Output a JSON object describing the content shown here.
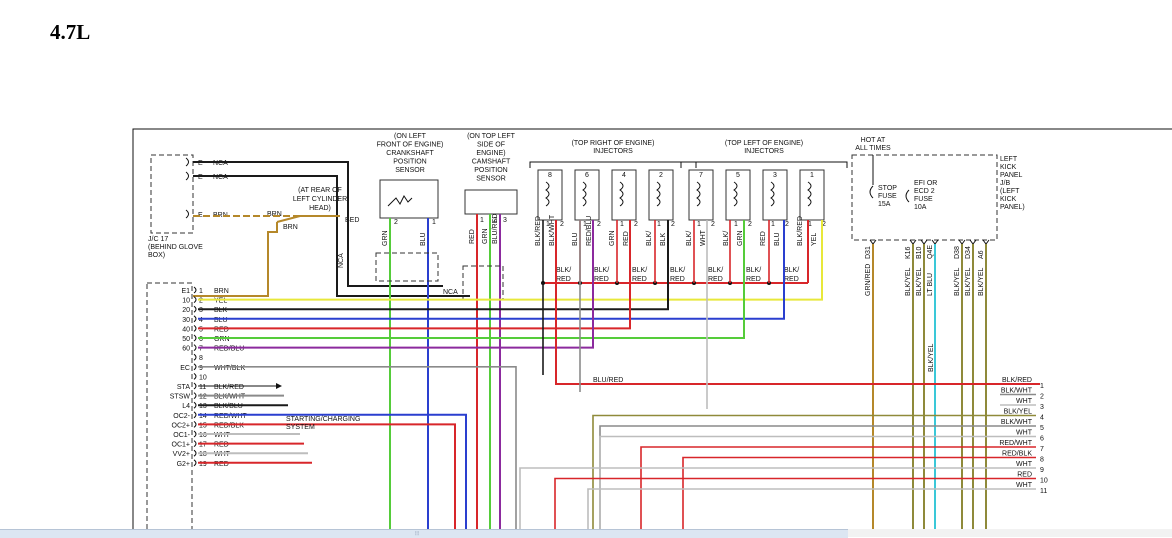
{
  "heading": "4.7L",
  "colors": {
    "BLK": "#1a1a1a",
    "BRN": "#b5882a",
    "YEL": "#e8e83a",
    "BLU": "#2a3fcf",
    "RED": "#d8262a",
    "GRN": "#55cc3a",
    "VIO": "#8c2a9e",
    "WHT": "#bdbdbd",
    "OLV": "#8f8a3a",
    "CYN": "#3ac8d8",
    "GRY": "#8a8a8a"
  },
  "jc17": {
    "pins": [
      "E",
      "E",
      "E"
    ],
    "wires": [
      "NCA",
      "NCA",
      "BRN"
    ],
    "caption": [
      "J/C 17",
      "(BEHIND GLOVE",
      "BOX)"
    ]
  },
  "ground_note": {
    "lines": [
      "(AT REAR OF",
      "LEFT CYLINDER",
      "HEAD)"
    ],
    "wire_a": "BRN",
    "wire_b": "BRN",
    "end_label": "BED"
  },
  "crank_sensor": {
    "title": [
      "(ON LEFT",
      "FRONT OF ENGINE)",
      "CRANKSHAFT",
      "POSITION",
      "SENSOR"
    ],
    "pins": [
      "2",
      "1"
    ],
    "wires": [
      "GRN",
      "BLU"
    ],
    "nca": "NCA"
  },
  "cam_sensor": {
    "title": [
      "(ON TOP LEFT",
      "SIDE OF",
      "ENGINE)",
      "CAMSHAFT",
      "POSITION",
      "SENSOR"
    ],
    "pins": [
      "1",
      "2",
      "3"
    ],
    "wires": [
      "RED",
      "GRN",
      "BLU/RED"
    ],
    "nca": "NCA"
  },
  "right_injectors": {
    "title": [
      "(TOP RIGHT OF ENGINE)",
      "INJECTORS"
    ],
    "numbers": [
      "8",
      "6",
      "4",
      "2"
    ],
    "wires": [
      "BLK/RED",
      "BLK/WHT",
      "BLU",
      "RED/BLU",
      "GRN",
      "RED",
      "BLK/",
      "BLK"
    ],
    "pins": [
      "1",
      "2",
      "1",
      "2",
      "1",
      "2",
      "1",
      "2"
    ]
  },
  "left_injectors": {
    "title": [
      "(TOP LEFT OF ENGINE)",
      "INJECTORS"
    ],
    "numbers": [
      "7",
      "5",
      "3",
      "1"
    ],
    "wires": [
      "BLK/",
      "WHT",
      "BLK/",
      "GRN",
      "RED",
      "BLU",
      "BLK/RED",
      "YEL"
    ],
    "pins": [
      "1",
      "2",
      "1",
      "2",
      "1",
      "2",
      "1",
      "2"
    ]
  },
  "splice_labels": [
    "BLK/",
    "RED",
    "BLK/",
    "RED",
    "BLK/",
    "RED",
    "BLK/",
    "RED",
    "BLK/",
    "RED",
    "BLK/",
    "RED",
    "BLK/",
    "RED"
  ],
  "hot_label": [
    "HOT AT",
    "ALL TIMES"
  ],
  "stop_fuse": [
    "STOP",
    "FUSE",
    "15A"
  ],
  "efi_fuse": [
    "EFI OR",
    "ECD 2",
    "FUSE",
    "10A"
  ],
  "kick_panel": [
    "LEFT",
    "KICK",
    "PANEL",
    "J/B",
    "(LEFT",
    "KICK",
    "PANEL)"
  ],
  "jb_wires": [
    "GRN/RED",
    "BLK/YEL",
    "BLK/YEL",
    "LT BLU",
    "BLK/YEL",
    "BLK/YEL",
    "BLK/YEL"
  ],
  "jb_pins": [
    "D31",
    "K16",
    "B10",
    "Q4E",
    "D38",
    "D34",
    "A6"
  ],
  "mid_wire": "BLK/YEL",
  "ecm_pins": [
    {
      "term": "E1",
      "pin": "1",
      "wire": "BRN"
    },
    {
      "term": "10",
      "pin": "2",
      "wire": "YEL"
    },
    {
      "term": "20",
      "pin": "3",
      "wire": "BLK"
    },
    {
      "term": "30",
      "pin": "4",
      "wire": "BLU"
    },
    {
      "term": "40",
      "pin": "5",
      "wire": "RED"
    },
    {
      "term": "50",
      "pin": "6",
      "wire": "GRN"
    },
    {
      "term": "60",
      "pin": "7",
      "wire": "RED/BLU"
    },
    {
      "term": "",
      "pin": "8",
      "wire": ""
    },
    {
      "term": "EC",
      "pin": "9",
      "wire": "WHT/BLK"
    },
    {
      "term": "",
      "pin": "10",
      "wire": ""
    },
    {
      "term": "STA",
      "pin": "11",
      "wire": "BLK/RED"
    },
    {
      "term": "STSW",
      "pin": "12",
      "wire": "BLK/WHT"
    },
    {
      "term": "L4",
      "pin": "13",
      "wire": "BLK/BLU"
    },
    {
      "term": "OC2-",
      "pin": "14",
      "wire": "RED/WHT"
    },
    {
      "term": "OC2+",
      "pin": "15",
      "wire": "RED/BLK"
    },
    {
      "term": "OC1-",
      "pin": "16",
      "wire": "WHT"
    },
    {
      "term": "OC1+",
      "pin": "17",
      "wire": "RED"
    },
    {
      "term": "VV2+",
      "pin": "18",
      "wire": "WHT"
    },
    {
      "term": "G2+",
      "pin": "19",
      "wire": "RED"
    }
  ],
  "starting_label": [
    "STARTING/CHARGING",
    "SYSTEM"
  ],
  "blu_red_label": "BLU/RED",
  "right_conn": [
    {
      "pin": "1",
      "wire": "BLK/RED"
    },
    {
      "pin": "2",
      "wire": "BLK/WHT"
    },
    {
      "pin": "3",
      "wire": "WHT"
    },
    {
      "pin": "4",
      "wire": "BLK/YEL"
    },
    {
      "pin": "5",
      "wire": "BLK/WHT"
    },
    {
      "pin": "6",
      "wire": "WHT"
    },
    {
      "pin": "7",
      "wire": "RED/WHT"
    },
    {
      "pin": "8",
      "wire": "RED/BLK"
    },
    {
      "pin": "9",
      "wire": "WHT"
    },
    {
      "pin": "10",
      "wire": "RED"
    },
    {
      "pin": "11",
      "wire": "WHT"
    }
  ],
  "scroll_grip": "⦙⦙⦙"
}
